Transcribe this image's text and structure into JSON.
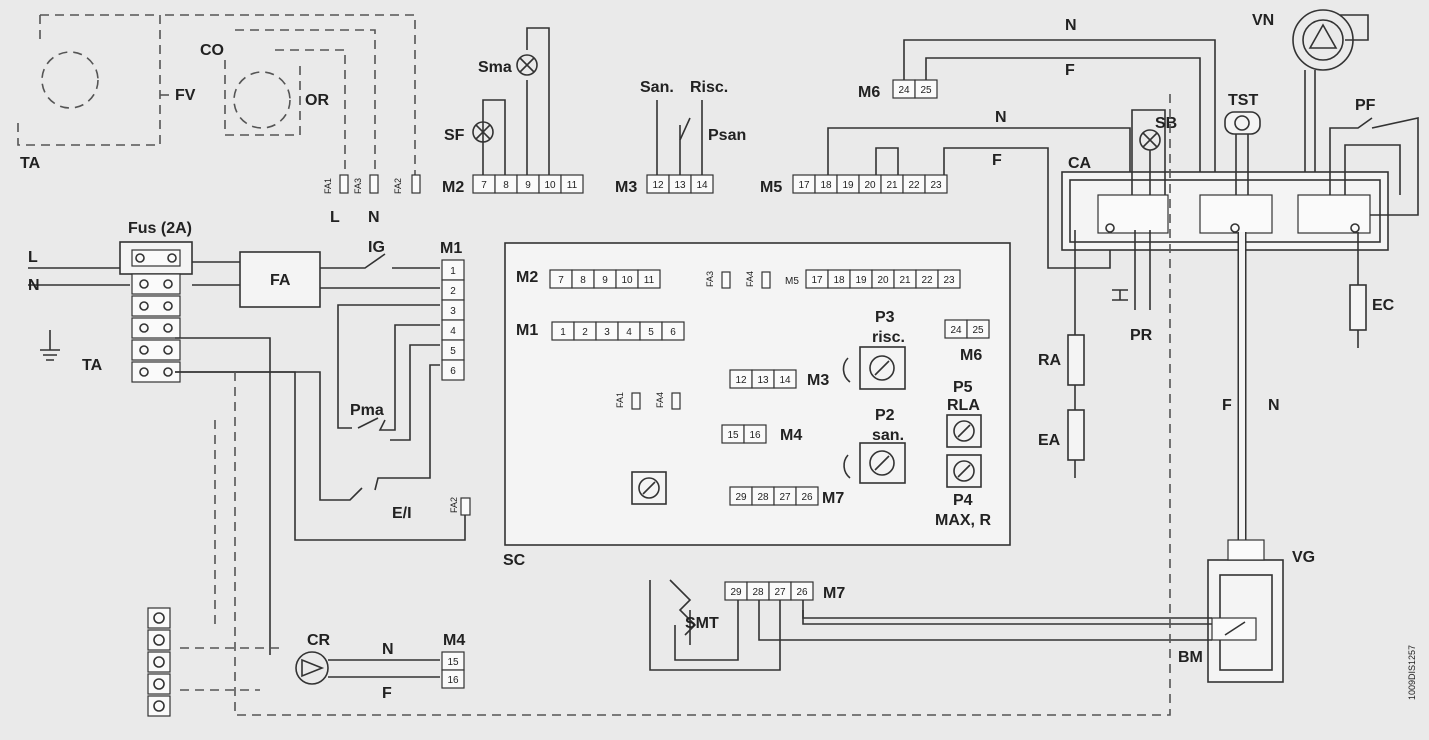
{
  "labels": {
    "TA": "TA",
    "FV": "FV",
    "CO": "CO",
    "OR": "OR",
    "FA1": "FA1",
    "FA3": "FA3",
    "FA2": "FA2",
    "FA4": "FA4",
    "L": "L",
    "N": "N",
    "F": "F",
    "M2": "M2",
    "M3": "M3",
    "M5": "M5",
    "M6": "M6",
    "M1": "M1",
    "M4": "M4",
    "M7": "M7",
    "Sma": "Sma",
    "SF": "SF",
    "San": "San.",
    "Risc": "Risc.",
    "Psan": "Psan",
    "VN": "VN",
    "TST": "TST",
    "SB": "SB",
    "PF": "PF",
    "CA": "CA",
    "Fus": "Fus (2A)",
    "FA": "FA",
    "IG": "IG",
    "P3": "P3",
    "risc": "risc.",
    "P2": "P2",
    "san": "san.",
    "P5": "P5",
    "RLA": "RLA",
    "P4": "P4",
    "MAXR": "MAX, R",
    "Pma": "Pma",
    "EI": "E/I",
    "SC": "SC",
    "RA": "RA",
    "EA": "EA",
    "PR": "PR",
    "EC": "EC",
    "VG": "VG",
    "BM": "BM",
    "CR": "CR",
    "SMT": "SMT",
    "code": "1009DIS1257"
  },
  "terminals": {
    "M2": [
      "7",
      "8",
      "9",
      "10",
      "11"
    ],
    "M3": [
      "12",
      "13",
      "14"
    ],
    "M5": [
      "17",
      "18",
      "19",
      "20",
      "21",
      "22",
      "23"
    ],
    "M6": [
      "24",
      "25"
    ],
    "M1": [
      "1",
      "2",
      "3",
      "4",
      "5",
      "6"
    ],
    "M4": [
      "15",
      "16"
    ],
    "M7": [
      "29",
      "28",
      "27",
      "26"
    ],
    "sc_M3": [
      "12",
      "13",
      "14"
    ],
    "sc_M4": [
      "15",
      "16"
    ]
  }
}
